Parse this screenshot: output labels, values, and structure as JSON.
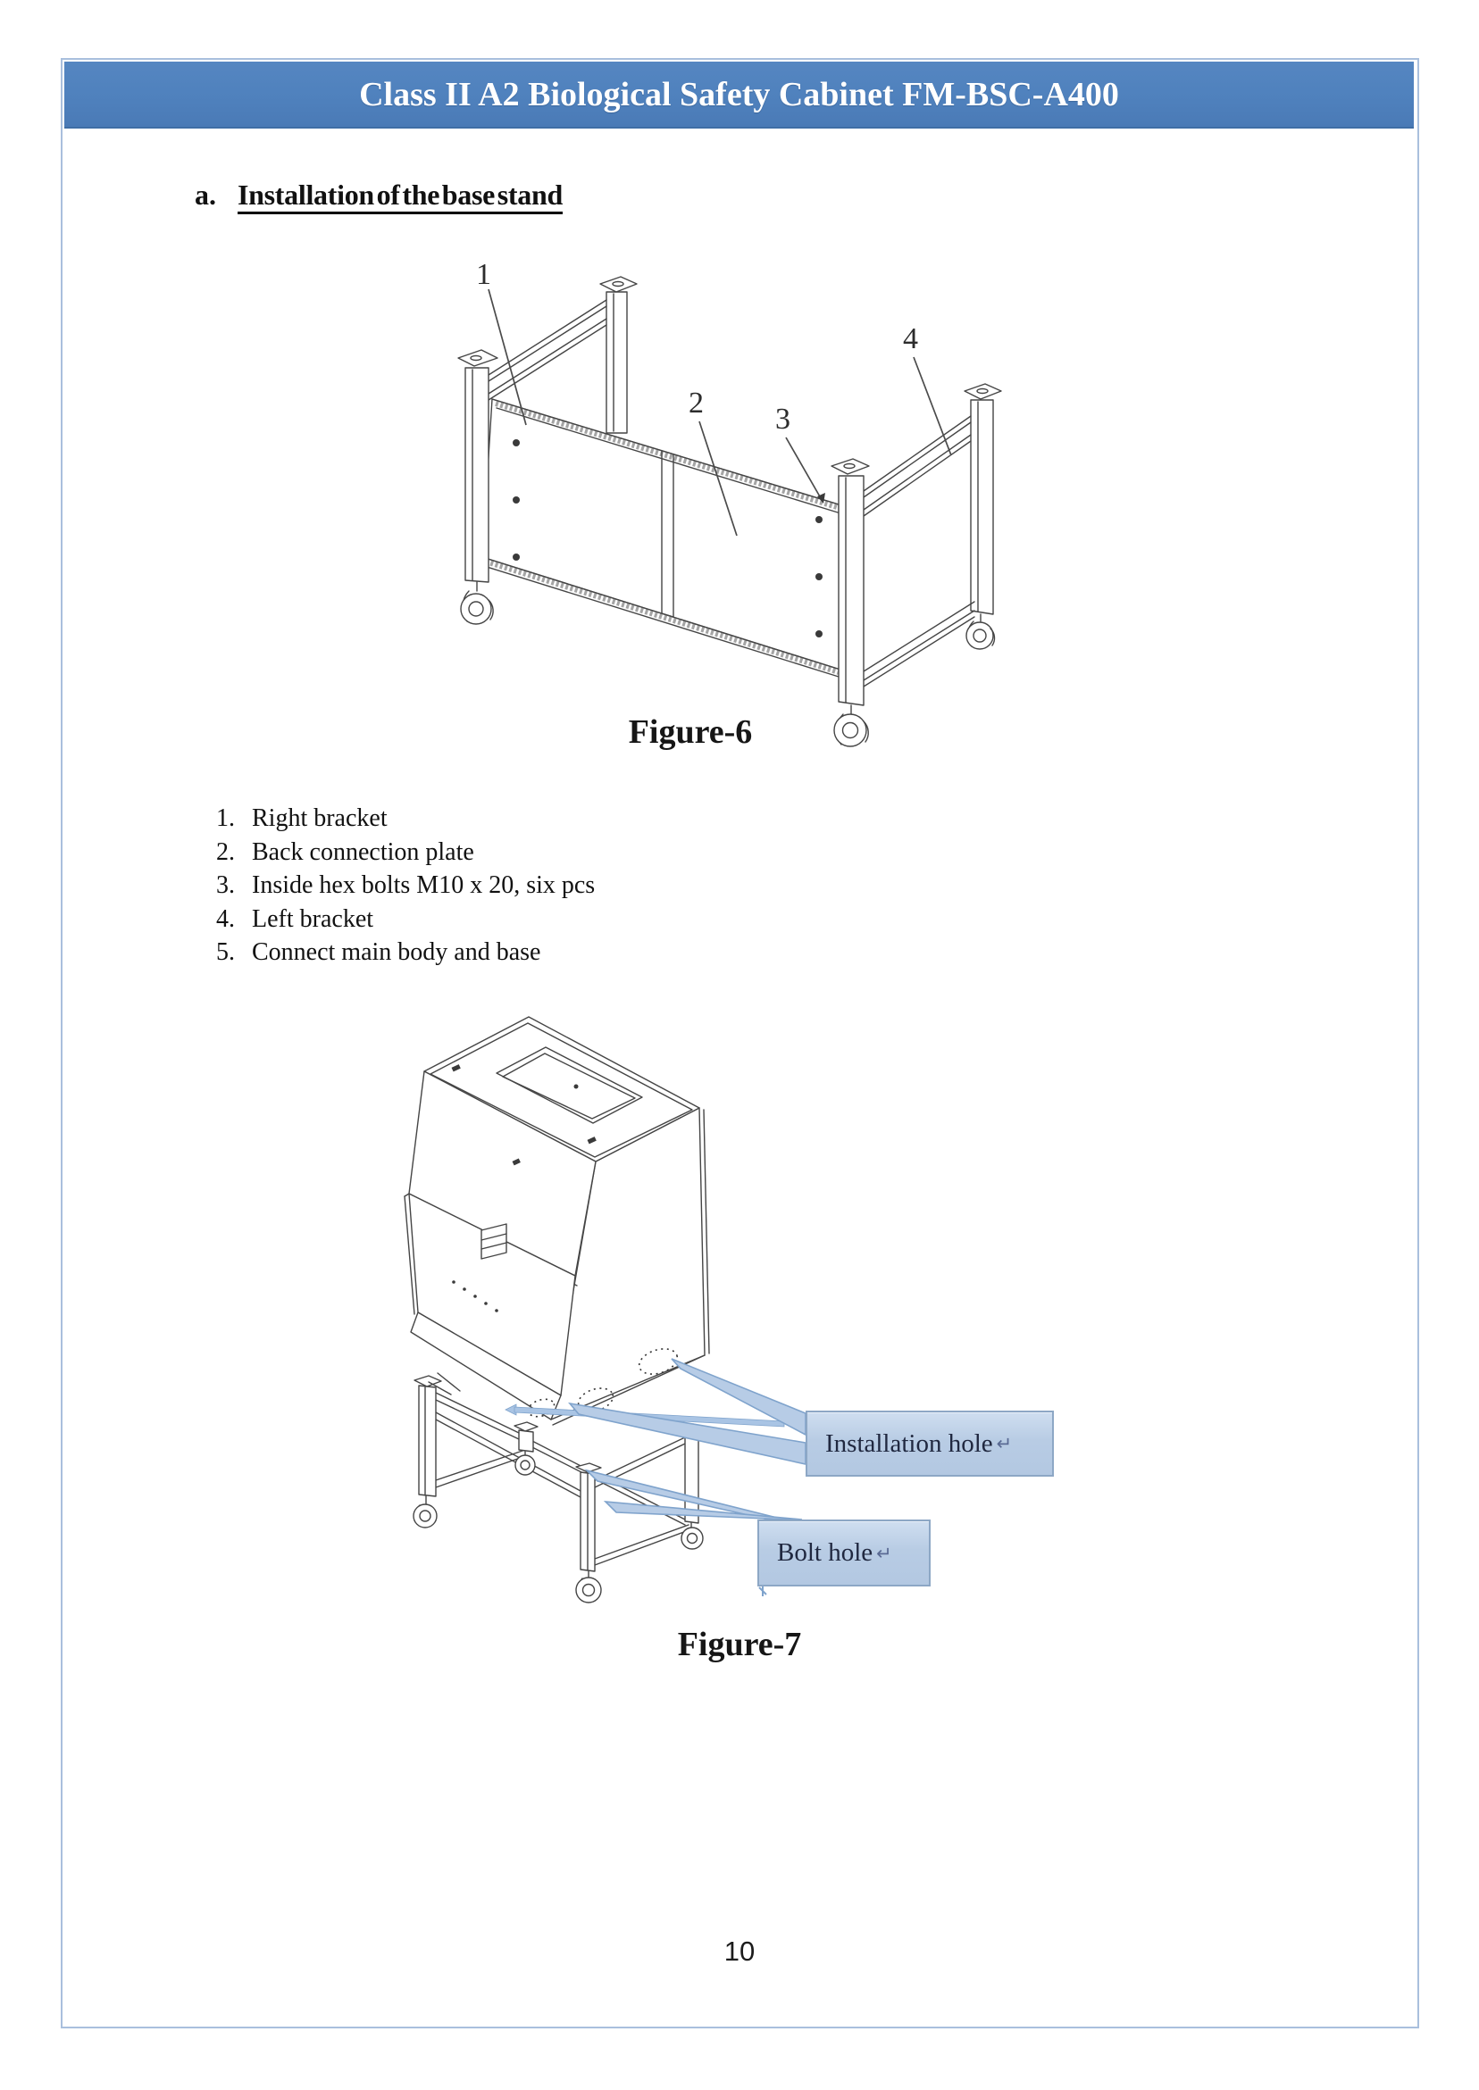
{
  "header": {
    "title": "Class II A2 Biological Safety Cabinet FM-BSC-A400"
  },
  "section": {
    "marker": "a.",
    "title": "Installation of the base stand"
  },
  "figure6": {
    "caption": "Figure-6",
    "callout_numbers": {
      "n1": "1",
      "n2": "2",
      "n3": "3",
      "n4": "4"
    }
  },
  "parts_list": {
    "items": [
      {
        "num": "1.",
        "text": "Right bracket"
      },
      {
        "num": "2.",
        "text": "Back connection plate"
      },
      {
        "num": "3.",
        "text": "Inside hex bolts M10 x 20, six pcs"
      },
      {
        "num": "4.",
        "text": "Left bracket"
      },
      {
        "num": "5.",
        "text": "Connect main body and base"
      }
    ]
  },
  "figure7": {
    "caption": "Figure-7",
    "callouts": {
      "installation": {
        "label": "Installation hole",
        "mark": "↵"
      },
      "bolt": {
        "label": "Bolt hole",
        "mark": "↵"
      }
    }
  },
  "footer": {
    "page_number": "10"
  },
  "colors": {
    "header_bar": "#4f81bd",
    "page_border": "#a9bfdd",
    "callout_fill": "#b8cce4",
    "callout_border": "#8da7c5",
    "leader_fill": "#b7cce6",
    "leader_stroke": "#7fa3cc"
  }
}
